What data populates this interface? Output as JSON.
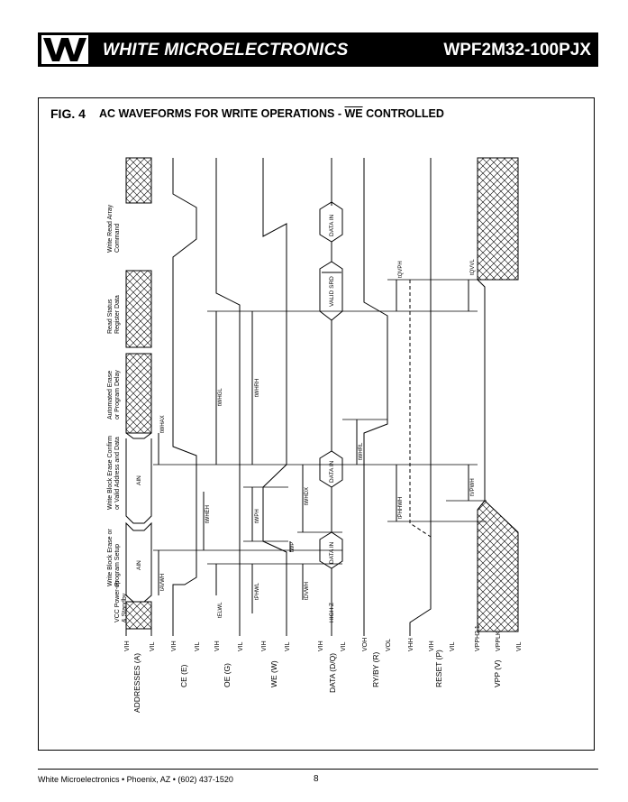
{
  "header": {
    "brand": "WHITE MICROELECTRONICS",
    "part_number": "WPF2M32-100PJX",
    "logo_icon": "w-logo-icon"
  },
  "figure": {
    "number": "FIG. 4",
    "title_prefix": "AC WAVEFORMS FOR WRITE OPERATIONS - ",
    "title_overline": "WE",
    "title_suffix": " CONTROLLED"
  },
  "phases": [
    [
      "VCC Power-up",
      "& Standby"
    ],
    [
      "Write Block Erase or",
      "Program Setup"
    ],
    [
      "Write Block Erase Confirm",
      "or Valid Address and Data"
    ],
    [
      "Automated Erase",
      "or Program Delay"
    ],
    [
      "Read Status",
      "Register Data"
    ],
    [
      "Write Read Array",
      "Command"
    ]
  ],
  "signals": {
    "addresses": "ADDRESSES (A)",
    "ce": "CE (E)",
    "oe": "OE (G)",
    "we": "WE (W)",
    "data": "DATA (D/Q)",
    "ryby": "RY/BY (R)",
    "reset": "RESET (P)",
    "vpp": "VPP (V)"
  },
  "levels": {
    "vih": "VIH",
    "vil": "VIL",
    "voh": "VOH",
    "vol": "VOL",
    "vhh": "VHH",
    "vpph": "VPPH2,1",
    "vpplk": "VPPLK"
  },
  "bus_labels": {
    "ain": "AIN",
    "data_in": "DATA IN",
    "valid_srd": "VALID SRD",
    "high_z": "HIGH Z"
  },
  "timing": {
    "tavwh": "tAVWH",
    "twhax": "tWHAX",
    "telwl": "tELWL",
    "twheh": "tWHEH",
    "twhgl": "tWHGL",
    "tphwl": "tPHWL",
    "twph": "tWPH",
    "twp": "tWP",
    "twhrh": "tWHRH",
    "tdvwh": "tDVWH",
    "twhdx": "tWHDX",
    "twhrl": "tWHRL",
    "tphhwh": "tPHHWH",
    "tqvph": "tQVPH",
    "tvpwh": "tVPWH",
    "tqvvl": "tQVVL"
  },
  "footer": {
    "left": "White Microelectronics • Phoenix, AZ • (602) 437-1520",
    "page": "8"
  }
}
